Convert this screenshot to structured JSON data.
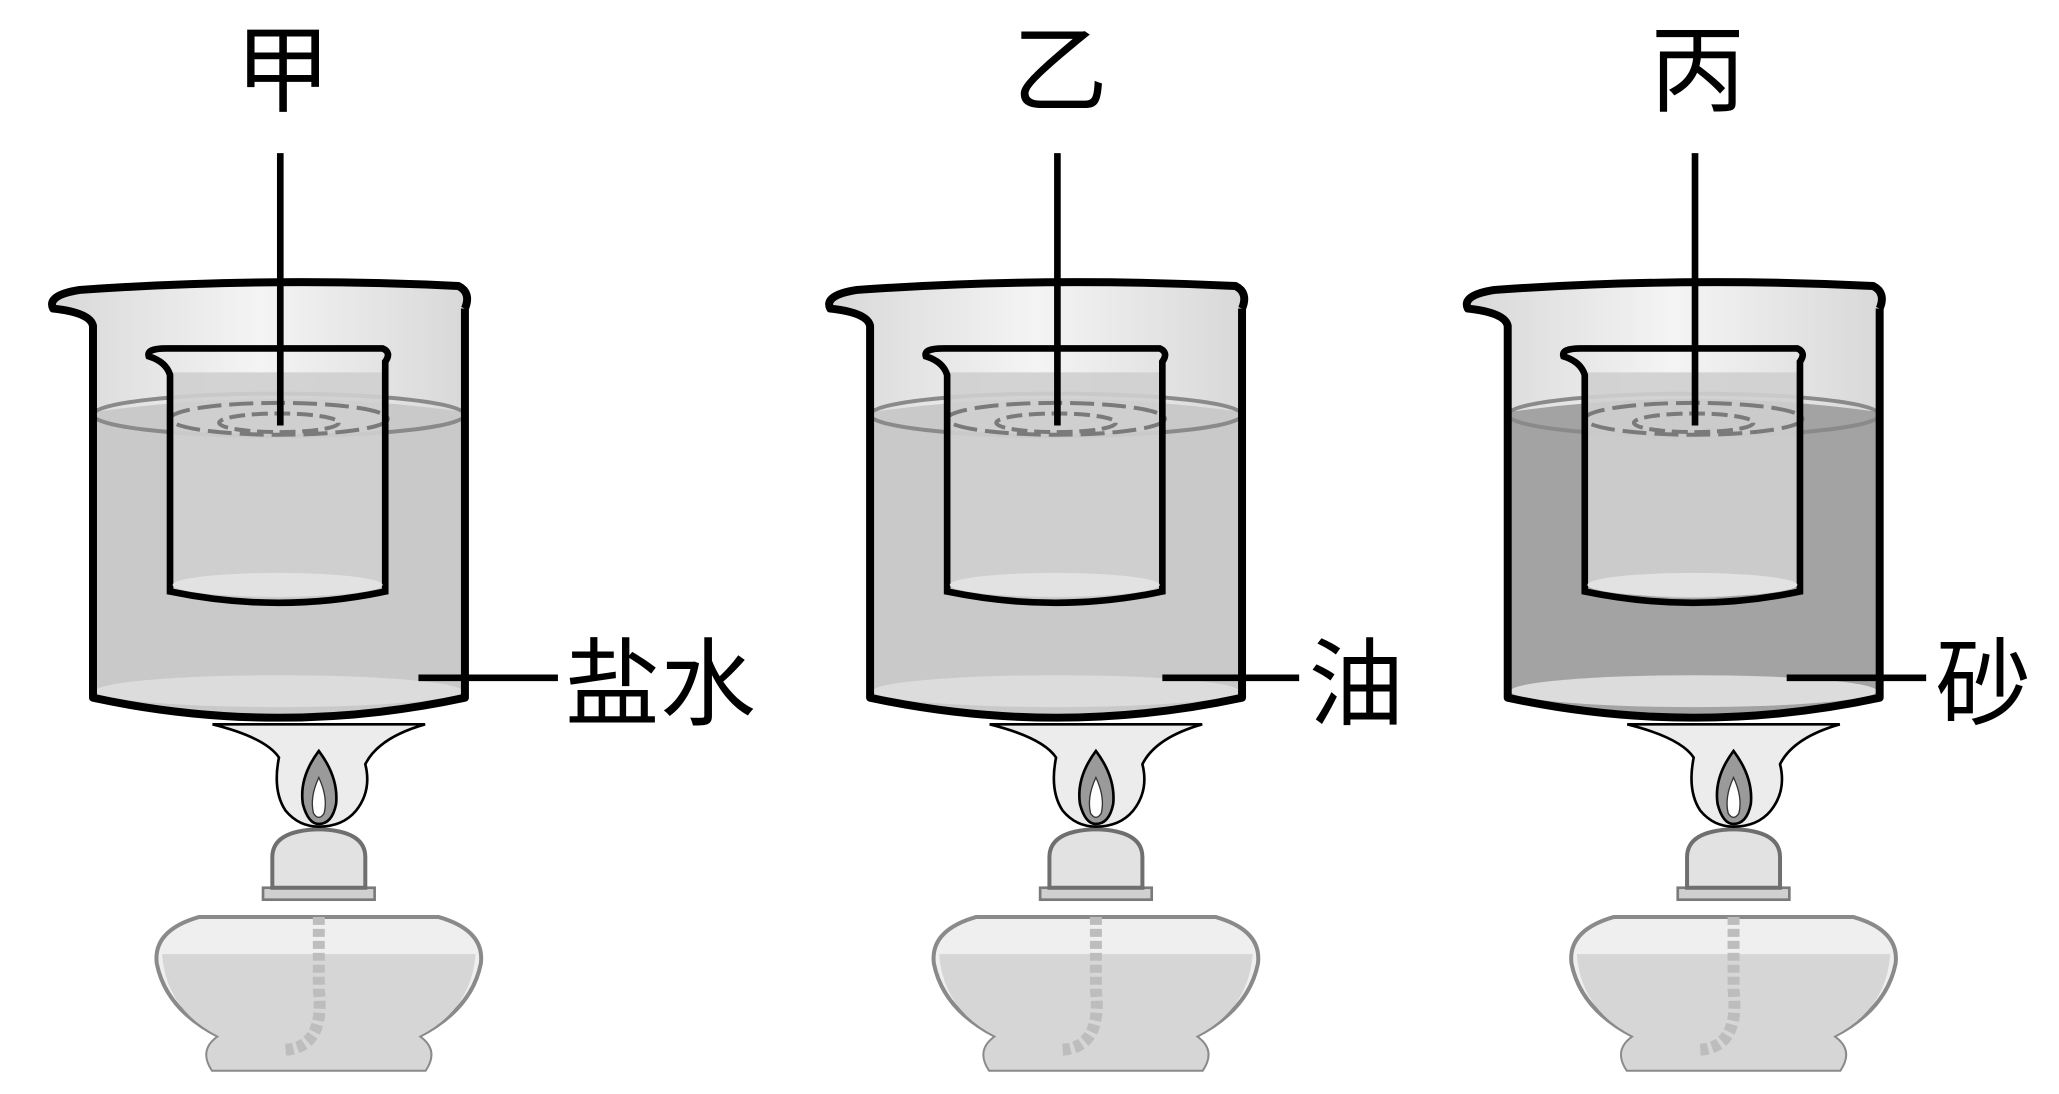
{
  "setups": [
    {
      "label": "甲",
      "liquid": "盐水",
      "liquid_color": "#c9c9c9"
    },
    {
      "label": "乙",
      "liquid": "油",
      "liquid_color": "#c9c9c9"
    },
    {
      "label": "丙",
      "liquid": "砂",
      "liquid_color": "#a3a3a3"
    }
  ]
}
